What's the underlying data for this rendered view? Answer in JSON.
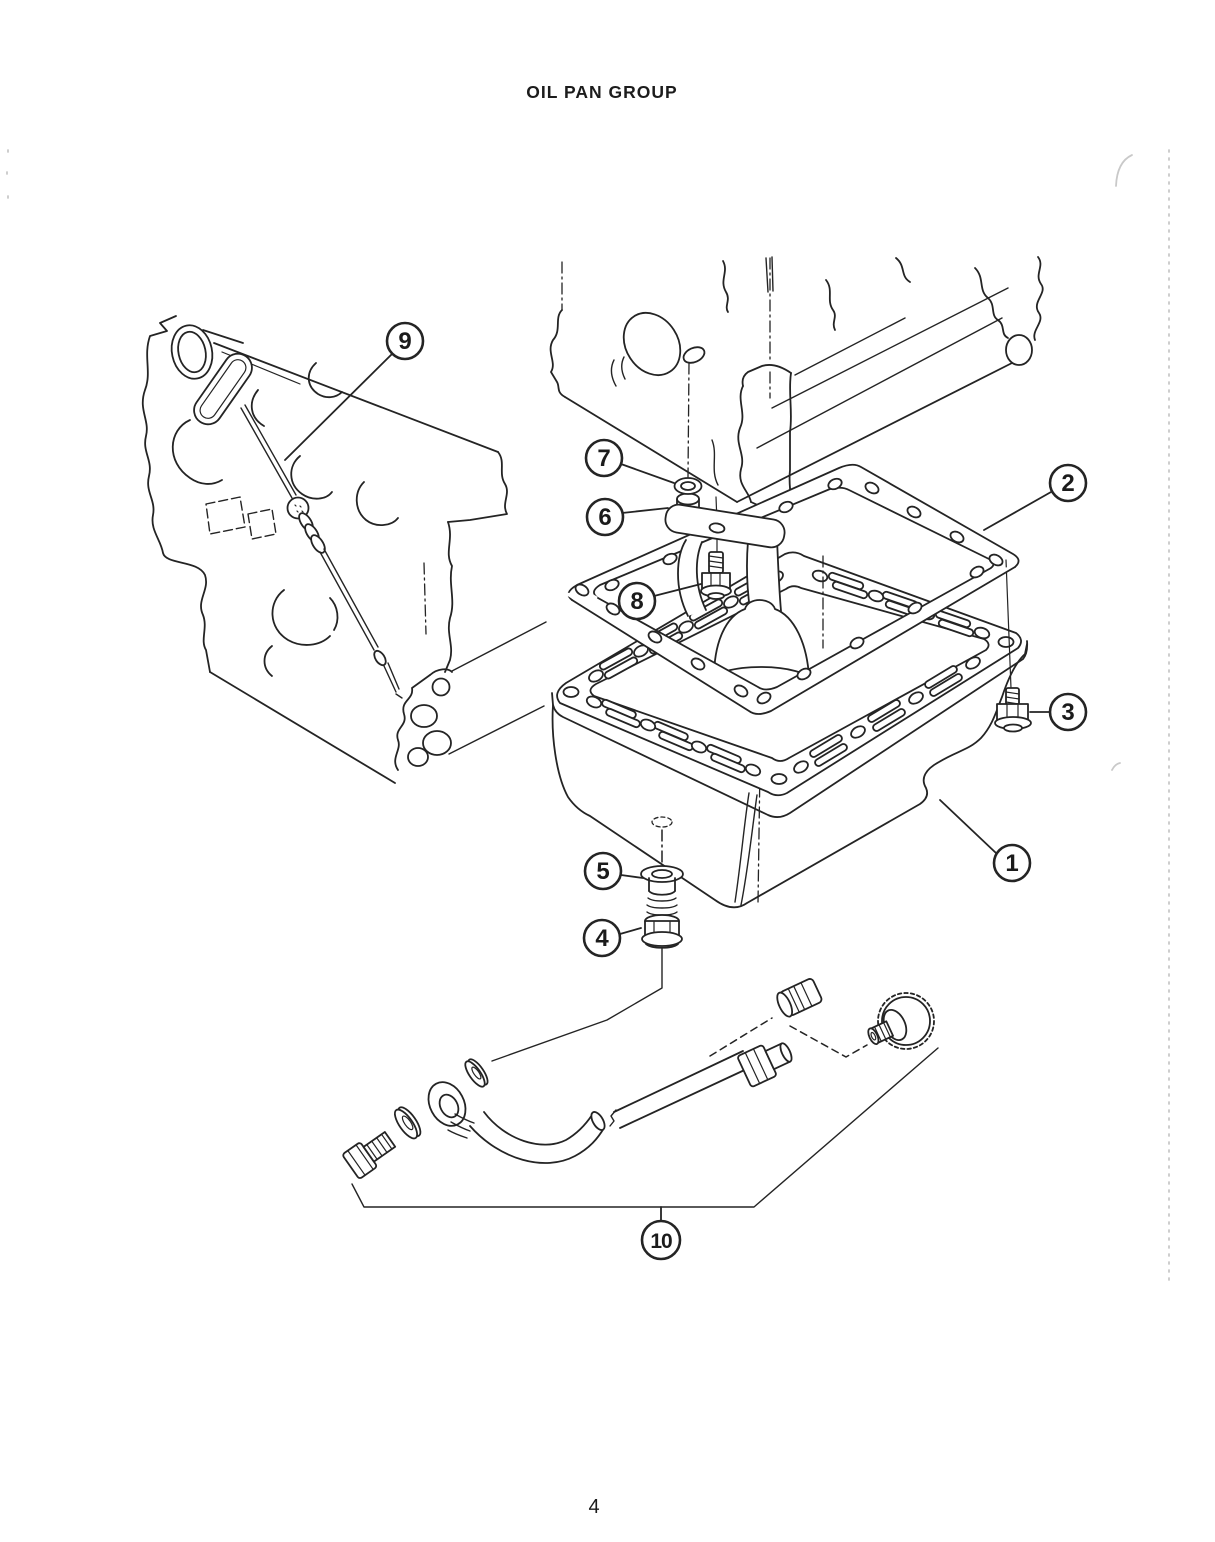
{
  "page": {
    "title": "OIL PAN GROUP",
    "number": "4"
  },
  "callouts": [
    {
      "label": "1"
    },
    {
      "label": "2"
    },
    {
      "label": "3"
    },
    {
      "label": "4"
    },
    {
      "label": "5"
    },
    {
      "label": "6"
    },
    {
      "label": "7"
    },
    {
      "label": "8"
    },
    {
      "label": "9"
    },
    {
      "label": "10"
    }
  ]
}
